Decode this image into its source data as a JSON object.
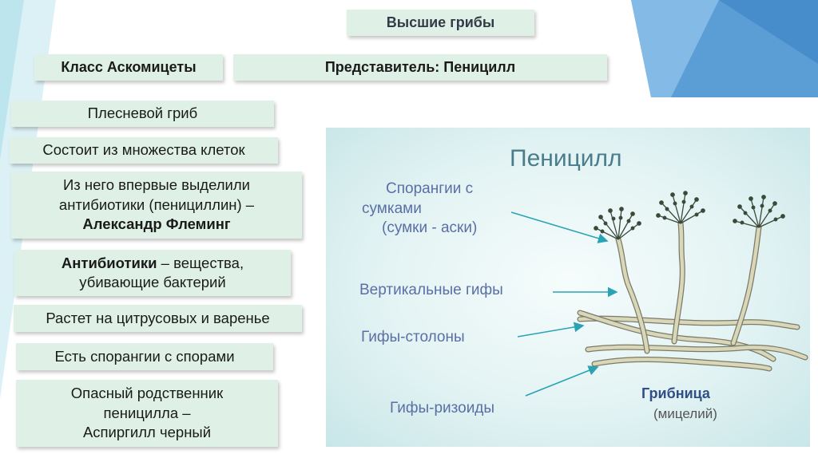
{
  "header": {
    "title": "Высшие грибы",
    "class_label": "Класс Аскомицеты",
    "representative": "Представитель: Пеницилл"
  },
  "facts": {
    "f1": "Плесневой гриб",
    "f2": "Состоит из множества клеток",
    "f3_line1": "Из него впервые выделили",
    "f3_line2": "антибиотики (пенициллин) –",
    "f3_line3": "Александр Флеминг",
    "f4_bold": "Антибиотики",
    "f4_rest": " – вещества,",
    "f4_line2": "убивающие бактерий",
    "f5": "Растет на цитрусовых и варенье",
    "f6": "Есть спорангии с спорами",
    "f7_line1": "Опасный родственник",
    "f7_line2": "пеницилла –",
    "f7_line3": "Аспиргилл черный"
  },
  "figure": {
    "title": "Пеницилл",
    "label_sporangia_1": "Спорангии с",
    "label_sporangia_2": "сумками",
    "label_sporangia_3": "(сумки - аски)",
    "label_vertical": "Вертикальные гифы",
    "label_stolons": "Гифы-столоны",
    "label_rhizoids": "Гифы-ризоиды",
    "label_mycelium_1": "Грибница",
    "label_mycelium_2": "(мицелий)"
  },
  "colors": {
    "box_fill": "#dff1e6",
    "label_blue": "#5a6fa6",
    "mycelium_title": "#2f4f86",
    "arrow": "#2aa3b5",
    "hyphae_stroke": "#7a7a6a",
    "hyphae_fill": "#d9d7b8",
    "spore": "#3a4a3a"
  }
}
